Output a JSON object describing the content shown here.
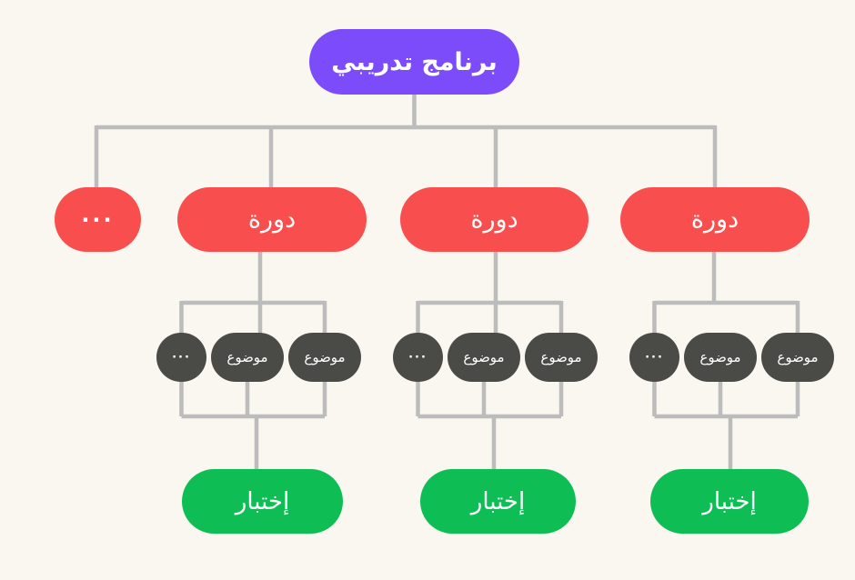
{
  "diagram": {
    "title": "برنامج تدريبي",
    "type": "tree",
    "colors": {
      "background": "#faf6f0",
      "program_node": "#7d4cfa",
      "course_node": "#f94e4e",
      "topic_node": "#4a4a47",
      "exam_node": "#0ebe55",
      "connector": "#bcbcbc",
      "text": "#ffffff"
    },
    "root": {
      "label": "برنامج تدريبي"
    },
    "courses": [
      {
        "label": "..."
      },
      {
        "label": "دورة"
      },
      {
        "label": "دورة"
      },
      {
        "label": "دورة"
      }
    ],
    "groups": [
      {
        "topics": [
          "...",
          "موضوع",
          "موضوع"
        ],
        "exam": "إختبار"
      },
      {
        "topics": [
          "...",
          "موضوع",
          "موضوع"
        ],
        "exam": "إختبار"
      },
      {
        "topics": [
          "...",
          "موضوع",
          "موضوع"
        ],
        "exam": "إختبار"
      }
    ]
  }
}
